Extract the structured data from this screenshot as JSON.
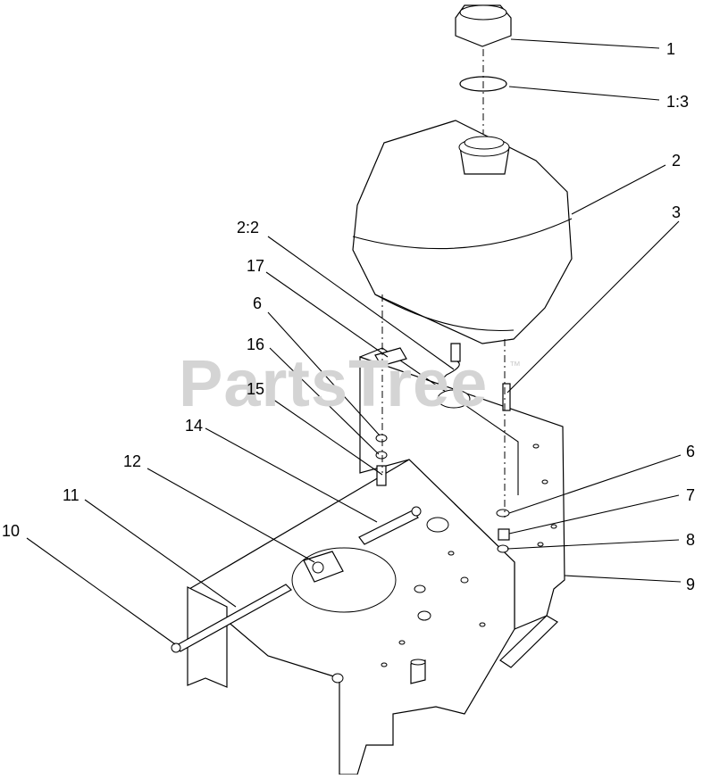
{
  "watermark": {
    "text": "PartsTree",
    "mark": "™"
  },
  "callouts": [
    {
      "id": "c1",
      "label": "1"
    },
    {
      "id": "c1-3",
      "label": "1:3"
    },
    {
      "id": "c2",
      "label": "2"
    },
    {
      "id": "c3",
      "label": "3"
    },
    {
      "id": "c2-2",
      "label": "2:2"
    },
    {
      "id": "c17",
      "label": "17"
    },
    {
      "id": "c6a",
      "label": "6"
    },
    {
      "id": "c16",
      "label": "16"
    },
    {
      "id": "c15",
      "label": "15"
    },
    {
      "id": "c14",
      "label": "14"
    },
    {
      "id": "c12",
      "label": "12"
    },
    {
      "id": "c11",
      "label": "11"
    },
    {
      "id": "c10",
      "label": "10"
    },
    {
      "id": "c6b",
      "label": "6"
    },
    {
      "id": "c7",
      "label": "7"
    },
    {
      "id": "c8",
      "label": "8"
    },
    {
      "id": "c9",
      "label": "9"
    }
  ]
}
